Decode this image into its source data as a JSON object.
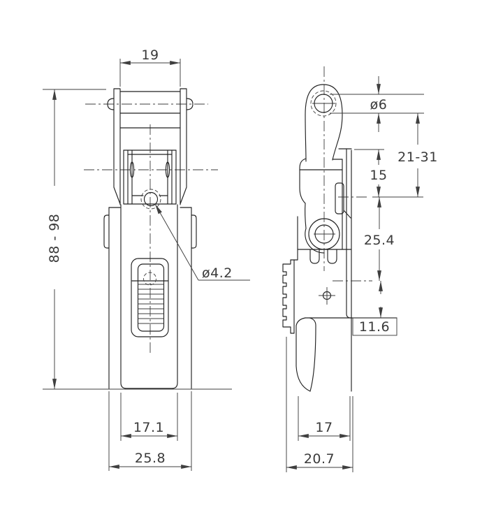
{
  "meta": {
    "background": "#ffffff",
    "line_color": "#222222",
    "dim_text_color": "#3a3a3a"
  },
  "front_view": {
    "dims": {
      "bail_width": "19",
      "overall_height": "88 - 98",
      "lever_hole_dia": "ø4.2",
      "body_width": "17.1",
      "plate_width": "25.8"
    }
  },
  "side_view": {
    "dims": {
      "bail_hole_dia": "ø6",
      "adjust_range": "21-31",
      "top_to_pivot": "15",
      "pivot_spacing": "25.4",
      "hook_offset": "11.6",
      "body_depth": "17",
      "overall_depth": "20.7"
    }
  }
}
